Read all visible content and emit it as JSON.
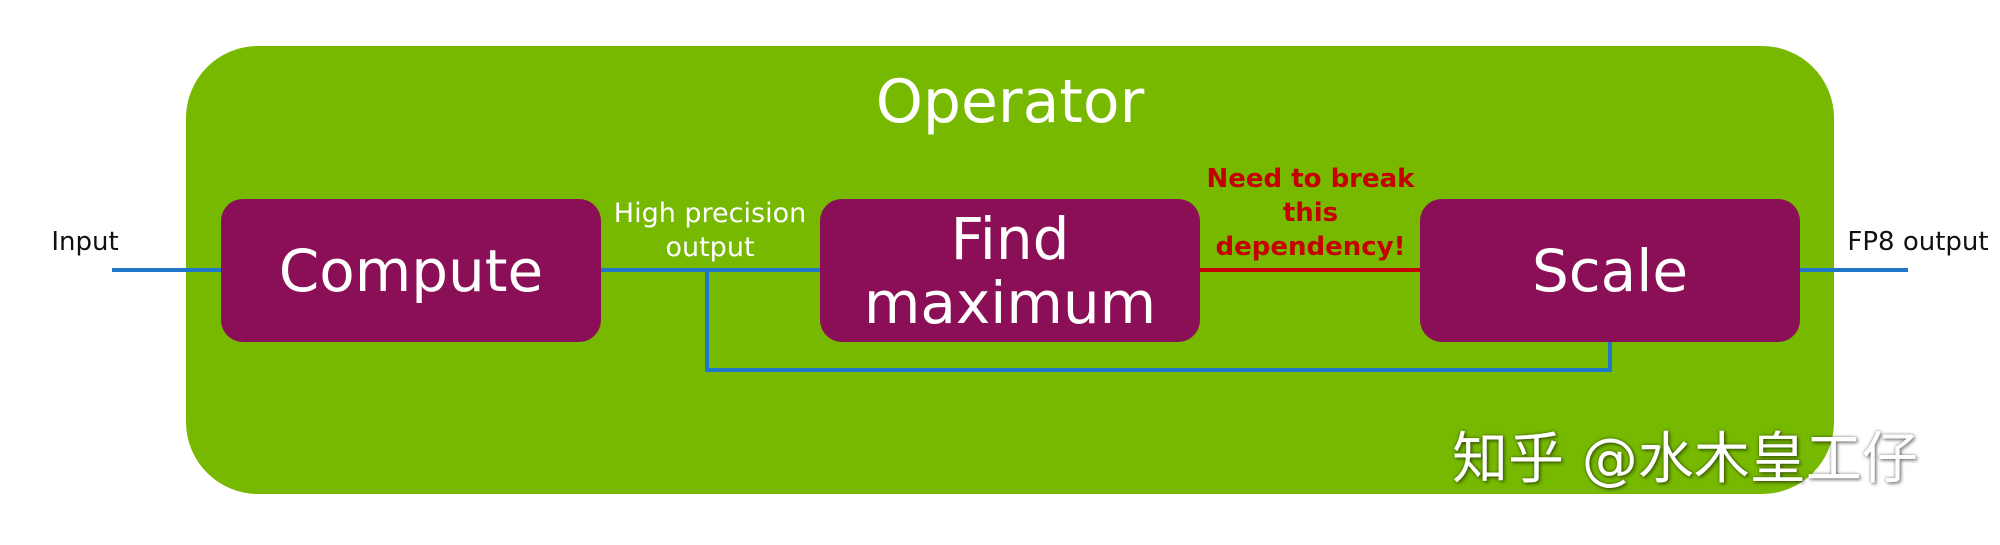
{
  "operator": {
    "title": "Operator"
  },
  "blocks": {
    "compute": "Compute",
    "find_maximum": "Find\nmaximum",
    "scale": "Scale"
  },
  "labels": {
    "input": "Input",
    "fp8_output": "FP8 output",
    "high_precision_output": "High precision\noutput",
    "dependency_note": "Need to break\nthis\ndependency!"
  },
  "watermark": {
    "text": "知乎 @水木皇工仔"
  },
  "colors": {
    "operator_fill": "#76b900",
    "block_fill": "#8b0f56",
    "wire_blue": "#1f77c9",
    "dependency_red": "#c40000"
  }
}
